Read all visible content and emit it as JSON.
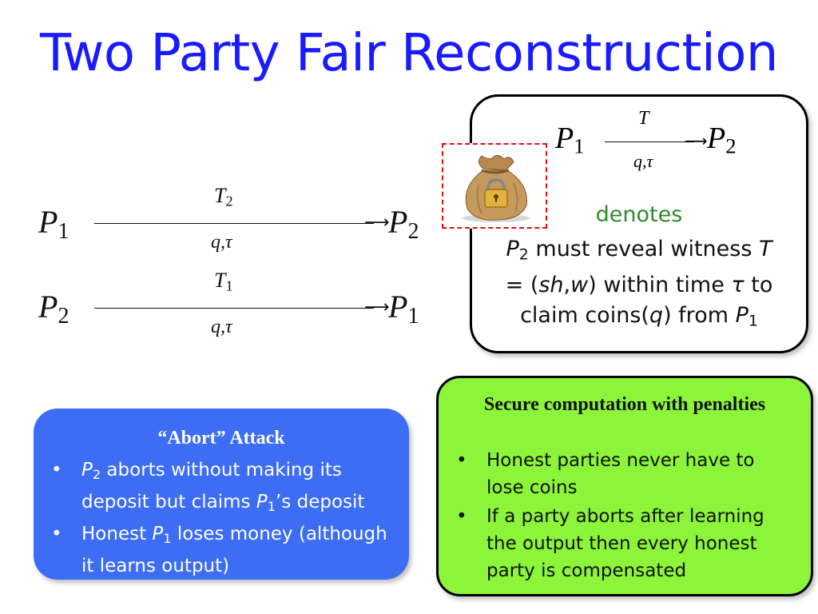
{
  "title": "Two Party Fair Reconstruction",
  "arrows": [
    {
      "from": "P",
      "from_sub": "1",
      "to": "P",
      "to_sub": "2",
      "top_label": "T",
      "top_sub": "2",
      "bottom_label": "q,τ"
    },
    {
      "from": "P",
      "from_sub": "2",
      "to": "P",
      "to_sub": "1",
      "top_label": "T",
      "top_sub": "1",
      "bottom_label": "q,τ"
    }
  ],
  "definition": {
    "arrow": {
      "from": "P",
      "from_sub": "1",
      "to": "P",
      "to_sub": "2",
      "top_label": "T",
      "bottom_label": "q,τ"
    },
    "denotes": "denotes",
    "line1_a": "P",
    "line1_sub": "2",
    "line1_b": " must reveal witness ",
    "line1_c": "T",
    "line2_a": "= (",
    "line2_b": "sh",
    "line2_c": ",",
    "line2_d": "w",
    "line2_e": ") within time ",
    "line2_f": "τ",
    "line2_g": " to",
    "line3_a": "claim coins(",
    "line3_b": "q",
    "line3_c": ") from ",
    "line3_d": "P",
    "line3_sub": "1"
  },
  "money_bag_icon": "money-bag-with-lock",
  "abort": {
    "title": "“Abort” Attack",
    "b1_a": "P",
    "b1_sub": "2",
    "b1_b": " aborts without making its deposit but claims ",
    "b1_c": "P",
    "b1_sub2": "1",
    "b1_d": "’s deposit",
    "b2_a": "Honest ",
    "b2_b": "P",
    "b2_sub": "1",
    "b2_c": " loses money (although it learns output)"
  },
  "secure": {
    "title": "Secure computation with penalties",
    "items": [
      "Honest parties never have to lose coins",
      "If a party aborts after learning the output then every honest party is compensated"
    ]
  },
  "colors": {
    "title": "#1a1aff",
    "denotes": "#2e8b2e",
    "abort_bg": "#3d6df5",
    "secure_bg": "#8cf53a",
    "bag_frame": "#e01010"
  }
}
